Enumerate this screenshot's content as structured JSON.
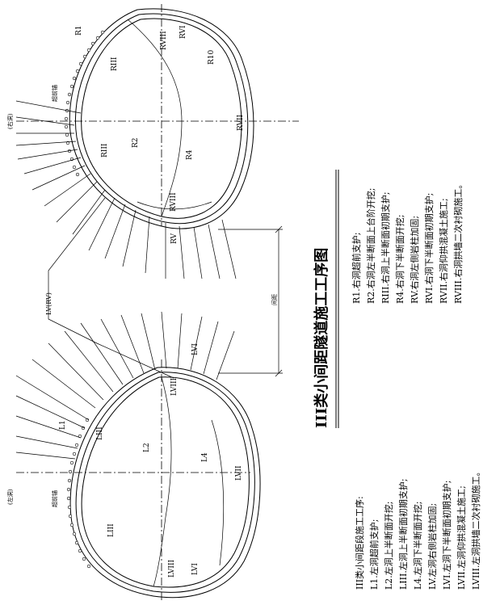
{
  "title": "III类小间距隧道施工工序图",
  "right_tunnel": {
    "zones": {
      "R1": "R1",
      "R2": "R2",
      "R4": "R4",
      "R10": "R10",
      "RIII_top": "RIII",
      "RIII_mid": "RIII",
      "RVIII_top": "RVIII",
      "RVIII_bot": "RVIII",
      "RVI": "RVI",
      "RVII": "RVII",
      "RV": "RV"
    },
    "side_label": "超前锚",
    "axis_label": "(右洞)"
  },
  "left_tunnel": {
    "zones": {
      "L1": "L1",
      "L2": "L2",
      "L4": "L4",
      "LIII_top": "LIII",
      "LIII_bot": "LIII",
      "LVII": "LVII",
      "LVIII_top": "LVIII",
      "LVIII_bot": "LVIII",
      "LVI": "LVI",
      "LVI_bot": "LVI"
    },
    "side_label": "超前锚",
    "axis_label": "(左洞)"
  },
  "pillar_label": "LV(RV)",
  "dim_label": "间距",
  "right_steps": [
    "R1.右洞超前支护;",
    "R2.右洞左半断面上台阶开挖;",
    "RIII.右洞上半断面初期支护;",
    "R4.右洞下半断面开挖;",
    "RV.右洞左侧岩柱加固;",
    "RVI.右洞下半断面初期支护;",
    "RVII.右洞仰拱混凝土施工;",
    "RVIII.右洞拱墙二次衬砌施工。"
  ],
  "left_steps": [
    "III类小间距段施工工序:",
    "L1.左洞超前支护;",
    "L2.左洞上半断面开挖;",
    "LIII.左洞上半断面初期支护;",
    "L4.左洞下半断面开挖;",
    "LV.左洞右侧岩柱加固;",
    "LVI.左洞下半断面初期支护;",
    "LVII.左洞仰拱混凝土施工;",
    "LVIII.左洞拱墙二次衬砌施工。"
  ]
}
